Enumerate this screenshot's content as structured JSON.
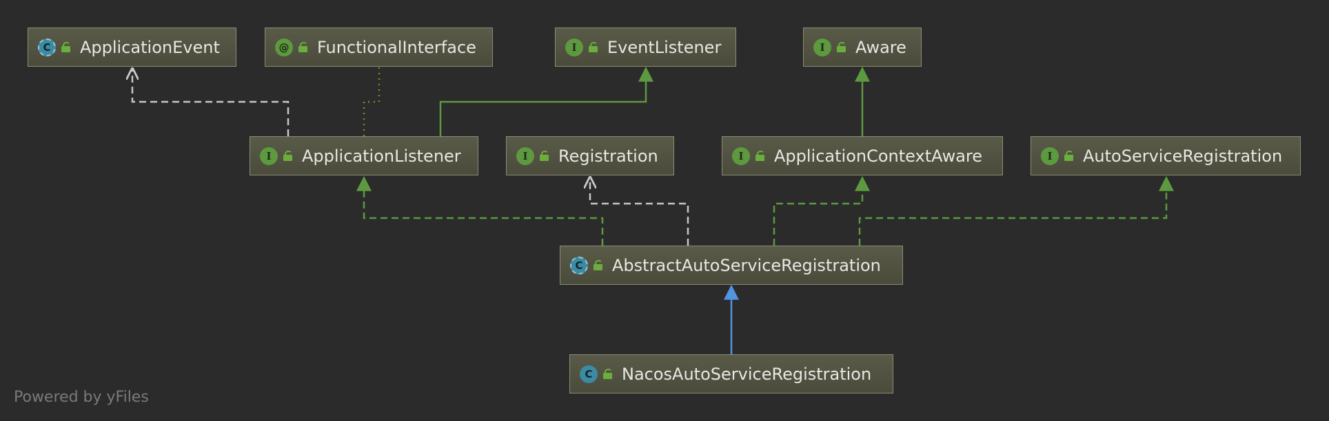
{
  "diagram": {
    "nodes": {
      "application_event": {
        "label": "ApplicationEvent",
        "kind": "abstract-class",
        "badge": "C"
      },
      "functional_interface": {
        "label": "FunctionalInterface",
        "kind": "annotation",
        "badge": "@"
      },
      "event_listener": {
        "label": "EventListener",
        "kind": "interface",
        "badge": "I"
      },
      "aware": {
        "label": "Aware",
        "kind": "interface",
        "badge": "I"
      },
      "application_listener": {
        "label": "ApplicationListener",
        "kind": "interface",
        "badge": "I"
      },
      "registration": {
        "label": "Registration",
        "kind": "interface",
        "badge": "I"
      },
      "application_context_aware": {
        "label": "ApplicationContextAware",
        "kind": "interface",
        "badge": "I"
      },
      "auto_service_registration": {
        "label": "AutoServiceRegistration",
        "kind": "interface",
        "badge": "I"
      },
      "abstract_auto_service_registration": {
        "label": "AbstractAutoServiceRegistration",
        "kind": "abstract-class",
        "badge": "C"
      },
      "nacos_auto_service_registration": {
        "label": "NacosAutoServiceRegistration",
        "kind": "class",
        "badge": "C"
      }
    },
    "edges": [
      {
        "from": "application_listener",
        "to": "application_event",
        "type": "dependency"
      },
      {
        "from": "application_listener",
        "to": "functional_interface",
        "type": "annotation"
      },
      {
        "from": "application_listener",
        "to": "event_listener",
        "type": "extends-interface"
      },
      {
        "from": "application_context_aware",
        "to": "aware",
        "type": "extends-interface"
      },
      {
        "from": "abstract_auto_service_registration",
        "to": "application_listener",
        "type": "implements"
      },
      {
        "from": "abstract_auto_service_registration",
        "to": "registration",
        "type": "dependency"
      },
      {
        "from": "abstract_auto_service_registration",
        "to": "application_context_aware",
        "type": "implements"
      },
      {
        "from": "abstract_auto_service_registration",
        "to": "auto_service_registration",
        "type": "implements"
      },
      {
        "from": "nacos_auto_service_registration",
        "to": "abstract_auto_service_registration",
        "type": "extends-class"
      }
    ],
    "colors": {
      "background": "#2b2b2b",
      "interface_edge": "#5d9a3f",
      "dependency_edge": "#c8c8c8",
      "class_edge": "#5294e2",
      "annotation_edge": "#7a8a2a"
    }
  },
  "footer": {
    "text": "Powered by yFiles"
  }
}
